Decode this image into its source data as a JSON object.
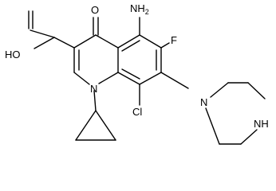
{
  "atoms": {
    "nh2_main": "NH",
    "nh2_sub": "2",
    "oxygen_ketone": "O",
    "hydroxyl": "HO",
    "fluorine": "F",
    "nitrogen_ring": "N",
    "nitrogen_piperazine": "N",
    "nitrogen_nh": "NH",
    "chlorine": "Cl"
  }
}
